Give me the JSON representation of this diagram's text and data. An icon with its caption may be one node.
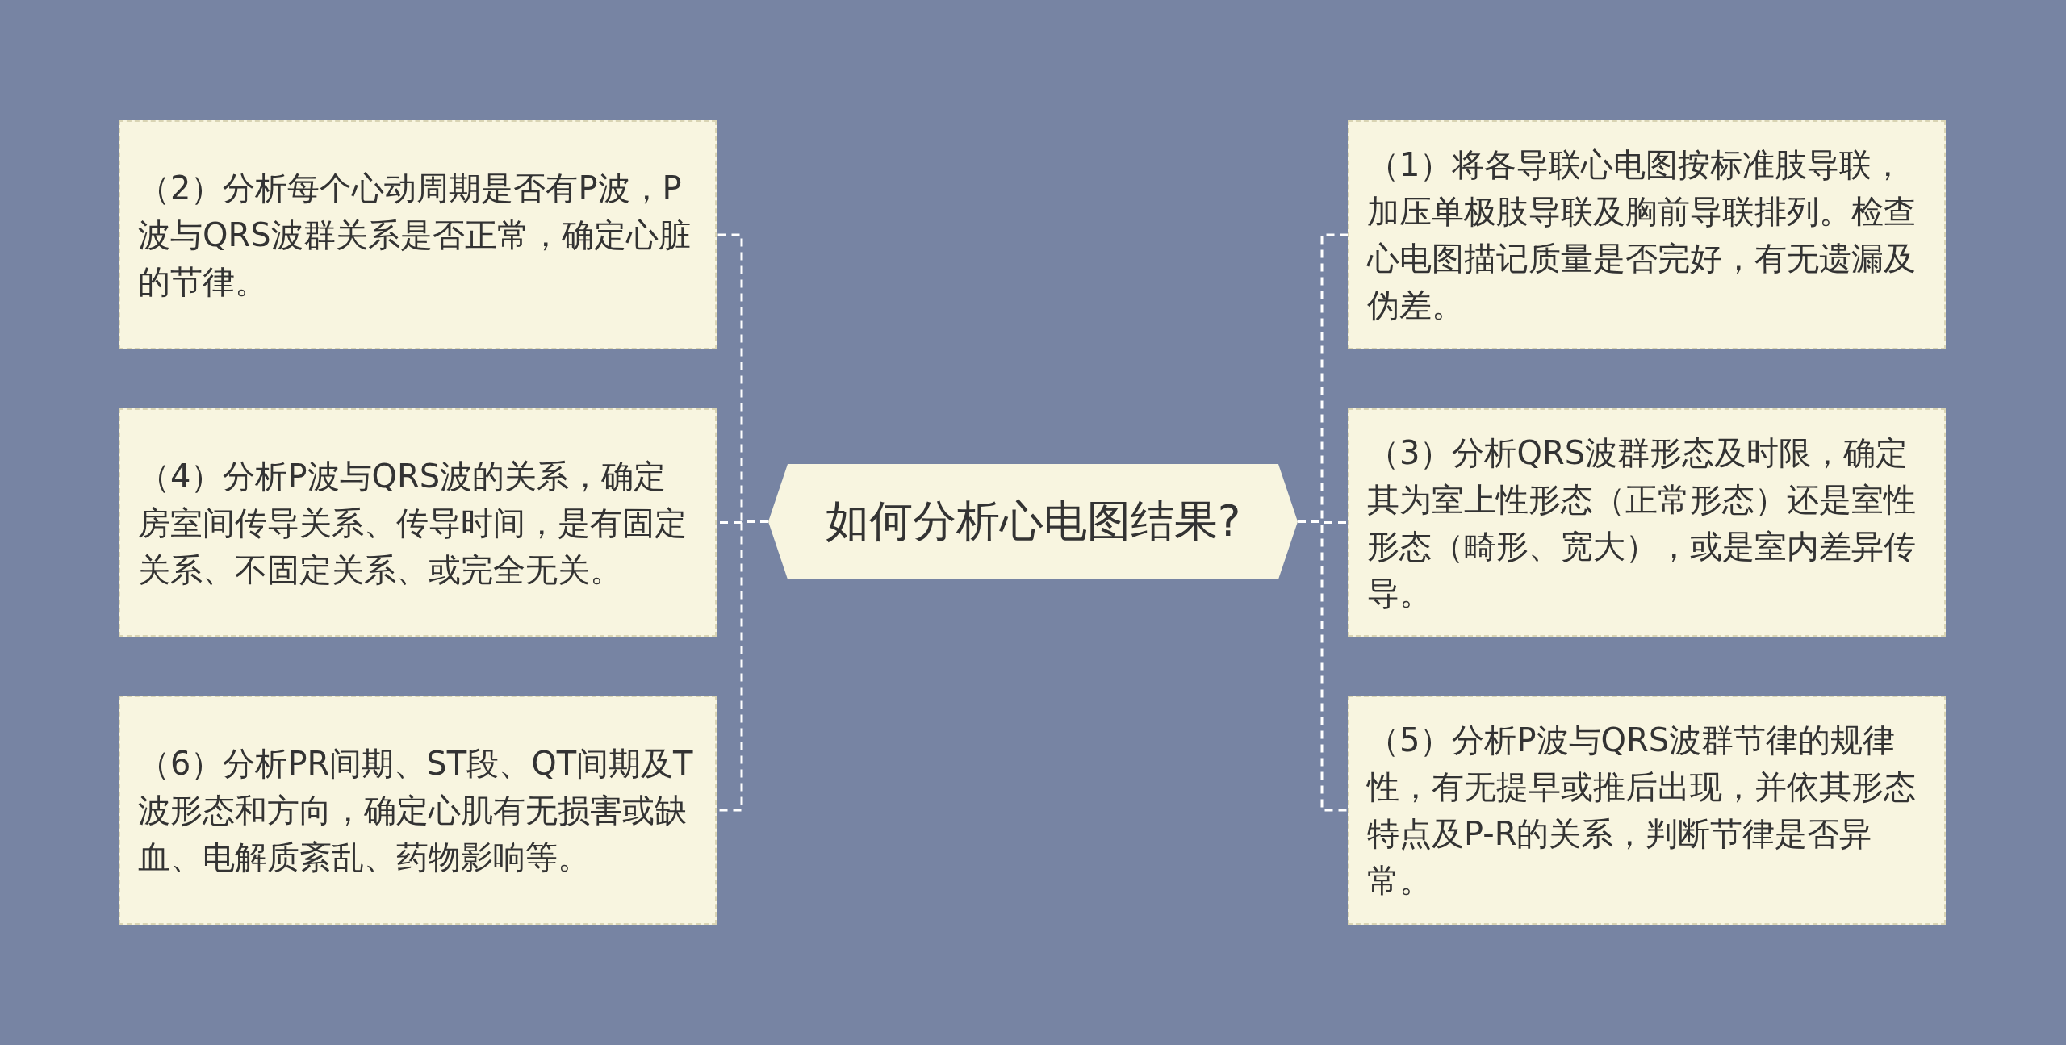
{
  "diagram": {
    "nodes": [
      {
        "text": [
          "如何分析心电图结果?"
        ]
      },
      {
        "text": [
          "（2）分析每个心动周期是否有P波，P波与QRS波群关系是否正常，确定心脏的节律。"
        ]
      },
      {
        "text": [
          "（1）将各导联心电图按标准肢导联，加压单极肢导联及胸前导联排列。检查心电图描记质量是否完好，有无遗漏及伪差。"
        ]
      },
      {
        "text": [
          "（4）分析P波与QRS波的关系，确定房室间传导关系、传导时间，是有固定关系、不固定关系、或完全无关。"
        ]
      },
      {
        "text": [
          "（3）分析QRS波群形态及时限，确定其为室上性形态（正常形态）还是室性形态（畸形、宽大），或是室内差异传导。"
        ]
      },
      {
        "text": [
          "（6）分析PR间期、ST段、QT间期及T波形态和方向，确定心肌有无损害或缺血、电解质紊乱、药物影响等。"
        ]
      },
      {
        "text": [
          "（5）分析P波与QRS波群节律的规律性，有无提早或推后出现，并依其形态特点及P-R的关系，判断节律是否异常。"
        ]
      }
    ],
    "edges": [
      {
        "from": 0,
        "to": 1,
        "arrow": "none",
        "style": "dashed"
      },
      {
        "from": 0,
        "to": 2,
        "arrow": "none",
        "style": "dashed"
      },
      {
        "from": 0,
        "to": 3,
        "arrow": "none",
        "style": "dashed"
      },
      {
        "from": 0,
        "to": 4,
        "arrow": "none",
        "style": "dashed"
      },
      {
        "from": 0,
        "to": 5,
        "arrow": "none",
        "style": "dashed"
      },
      {
        "from": 0,
        "to": 6,
        "arrow": "none",
        "style": "dashed"
      }
    ]
  }
}
